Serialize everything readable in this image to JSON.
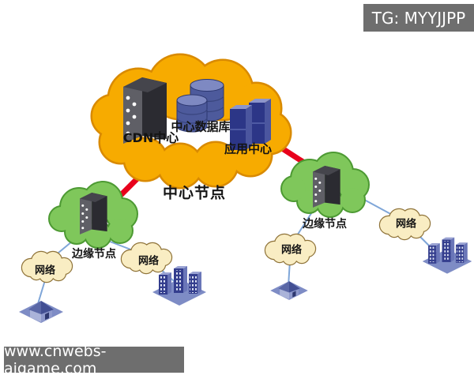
{
  "badge": {
    "text": "TG: MYYJJPP"
  },
  "watermark": {
    "text": "www.cnwebs-aigame.com"
  },
  "central_node": {
    "label": "中心节点",
    "cdn": "CDN中心",
    "database": "中心数据库",
    "app": "应用中心"
  },
  "edge_nodes": {
    "left": "边缘节点",
    "right": "边缘节点"
  },
  "network_clouds": [
    "网络",
    "网络",
    "网络",
    "网络"
  ],
  "colors": {
    "central_cloud": "#F7AB00",
    "edge_cloud": "#7FC75B",
    "network_cloud": "#F9EDC3",
    "backbone_link": "#E8001C",
    "access_link": "#7FA6D8",
    "bar_background": "#6E6E6E"
  }
}
